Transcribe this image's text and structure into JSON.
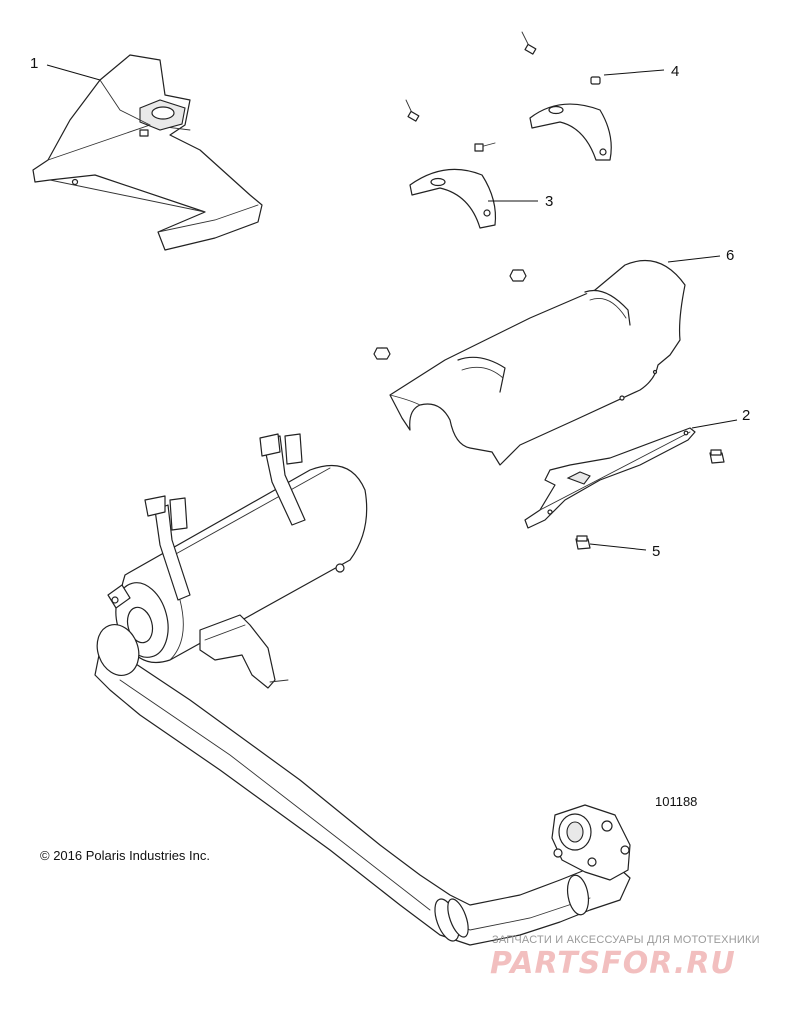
{
  "callouts": [
    {
      "id": "1",
      "label": "1"
    },
    {
      "id": "2",
      "label": "2"
    },
    {
      "id": "3",
      "label": "3"
    },
    {
      "id": "4",
      "label": "4"
    },
    {
      "id": "5",
      "label": "5"
    },
    {
      "id": "6",
      "label": "6"
    }
  ],
  "reference_number": "101188",
  "copyright": "© 2016 Polaris Industries Inc.",
  "watermark": {
    "tagline": "ЗАПЧАСТИ И АКСЕССУАРЫ ДЛЯ МОТОТЕХНИКИ",
    "brand": "PARTSFOR.RU",
    "color": "#e88c8c"
  }
}
